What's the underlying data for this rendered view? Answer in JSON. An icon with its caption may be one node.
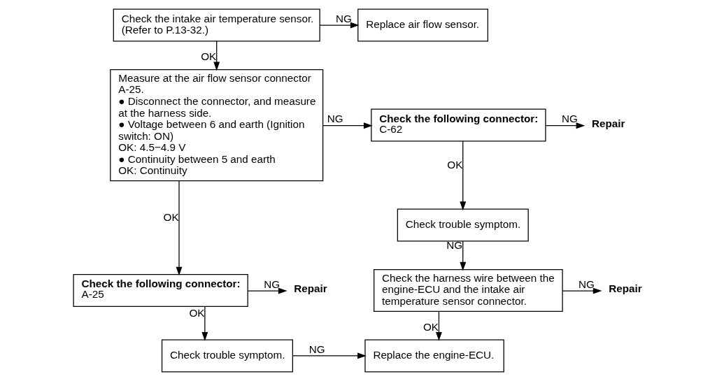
{
  "diagram": {
    "nodes": [
      {
        "text": [
          "Check the intake air temperature sensor. (Refer to P.13-32.)"
        ]
      },
      {
        "text": [
          "Replace air flow sensor."
        ]
      },
      {
        "text": [
          "Measure at the air flow sensor connector A-25.",
          "● Disconnect the connector, and measure at the harness side.",
          "● Voltage between 6 and earth (Ignition switch: ON)",
          "OK: 4.5−4.9 V",
          "● Continuity between 5 and earth",
          "OK: Continuity"
        ]
      },
      {
        "text": [
          "Check the following connector:",
          "C-62"
        ]
      },
      {
        "text": [
          "Repair"
        ]
      },
      {
        "text": [
          "Check trouble symptom."
        ]
      },
      {
        "text": [
          "Check the harness wire between the engine-ECU and the intake air temperature sensor connector."
        ]
      },
      {
        "text": [
          "Repair"
        ]
      },
      {
        "text": [
          "Check the following connector:",
          "A-25"
        ]
      },
      {
        "text": [
          "Repair"
        ]
      },
      {
        "text": [
          "Check trouble symptom."
        ]
      },
      {
        "text": [
          "Replace the engine-ECU."
        ]
      }
    ],
    "edges": [
      {
        "from": 0,
        "to": 1,
        "arrow": "to",
        "label": "NG"
      },
      {
        "from": 0,
        "to": 2,
        "arrow": "to",
        "label": "OK"
      },
      {
        "from": 2,
        "to": 3,
        "arrow": "to",
        "label": "NG"
      },
      {
        "from": 3,
        "to": 4,
        "arrow": "to",
        "label": "NG"
      },
      {
        "from": 3,
        "to": 5,
        "arrow": "to",
        "label": "OK"
      },
      {
        "from": 5,
        "to": 6,
        "arrow": "to",
        "label": "NG"
      },
      {
        "from": 6,
        "to": 7,
        "arrow": "to",
        "label": "NG"
      },
      {
        "from": 6,
        "to": 11,
        "arrow": "to",
        "label": "OK"
      },
      {
        "from": 2,
        "to": 8,
        "arrow": "to",
        "label": "OK"
      },
      {
        "from": 8,
        "to": 9,
        "arrow": "to",
        "label": "NG"
      },
      {
        "from": 8,
        "to": 10,
        "arrow": "to",
        "label": "OK"
      },
      {
        "from": 10,
        "to": 11,
        "arrow": "to",
        "label": "NG"
      }
    ]
  }
}
